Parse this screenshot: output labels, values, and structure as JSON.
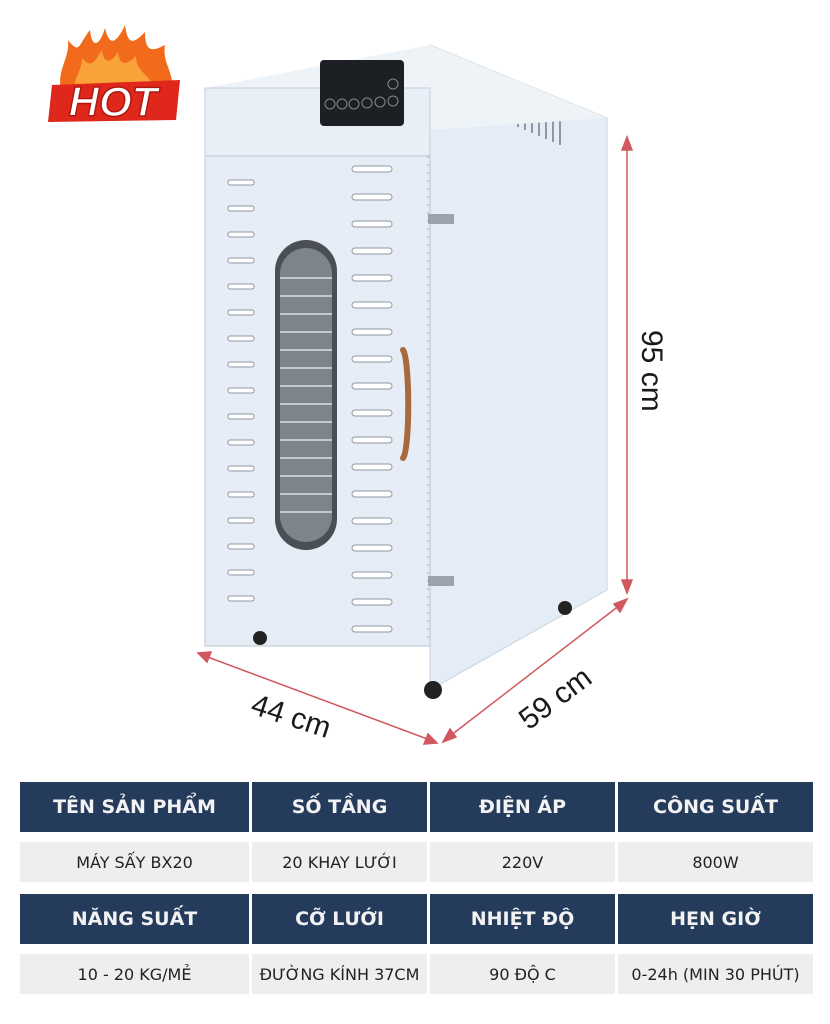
{
  "badge": {
    "label": "HOT",
    "icon": "flame-icon"
  },
  "product_image": {
    "description": "White 20-tray food dehydrator cabinet with glass window door, control panel and handle",
    "control_panel": {
      "buttons_count": 7
    }
  },
  "dimensions": {
    "height": "95 cm",
    "width": "44 cm",
    "depth": "59 cm"
  },
  "specs": {
    "header_color": "#253b5c",
    "value_bg_color": "#efeeed",
    "row1_headers": [
      "TÊN SẢN PHẨM",
      "SỐ TẦNG",
      "ĐIỆN ÁP",
      "CÔNG SUẤT"
    ],
    "row1_values": [
      "MÁY SẤY BX20",
      "20 KHAY LƯỚI",
      "220V",
      "800W"
    ],
    "row2_headers": [
      "NĂNG SUẤT",
      "CỠ LƯỚI",
      "NHIỆT ĐỘ",
      "HẸN GIỜ"
    ],
    "row2_values": [
      "10 - 20 KG/MẺ",
      "ĐƯỜNG KÍNH 37CM",
      "90 ĐỘ C",
      "0-24h (MIN 30 PHÚT)"
    ]
  }
}
